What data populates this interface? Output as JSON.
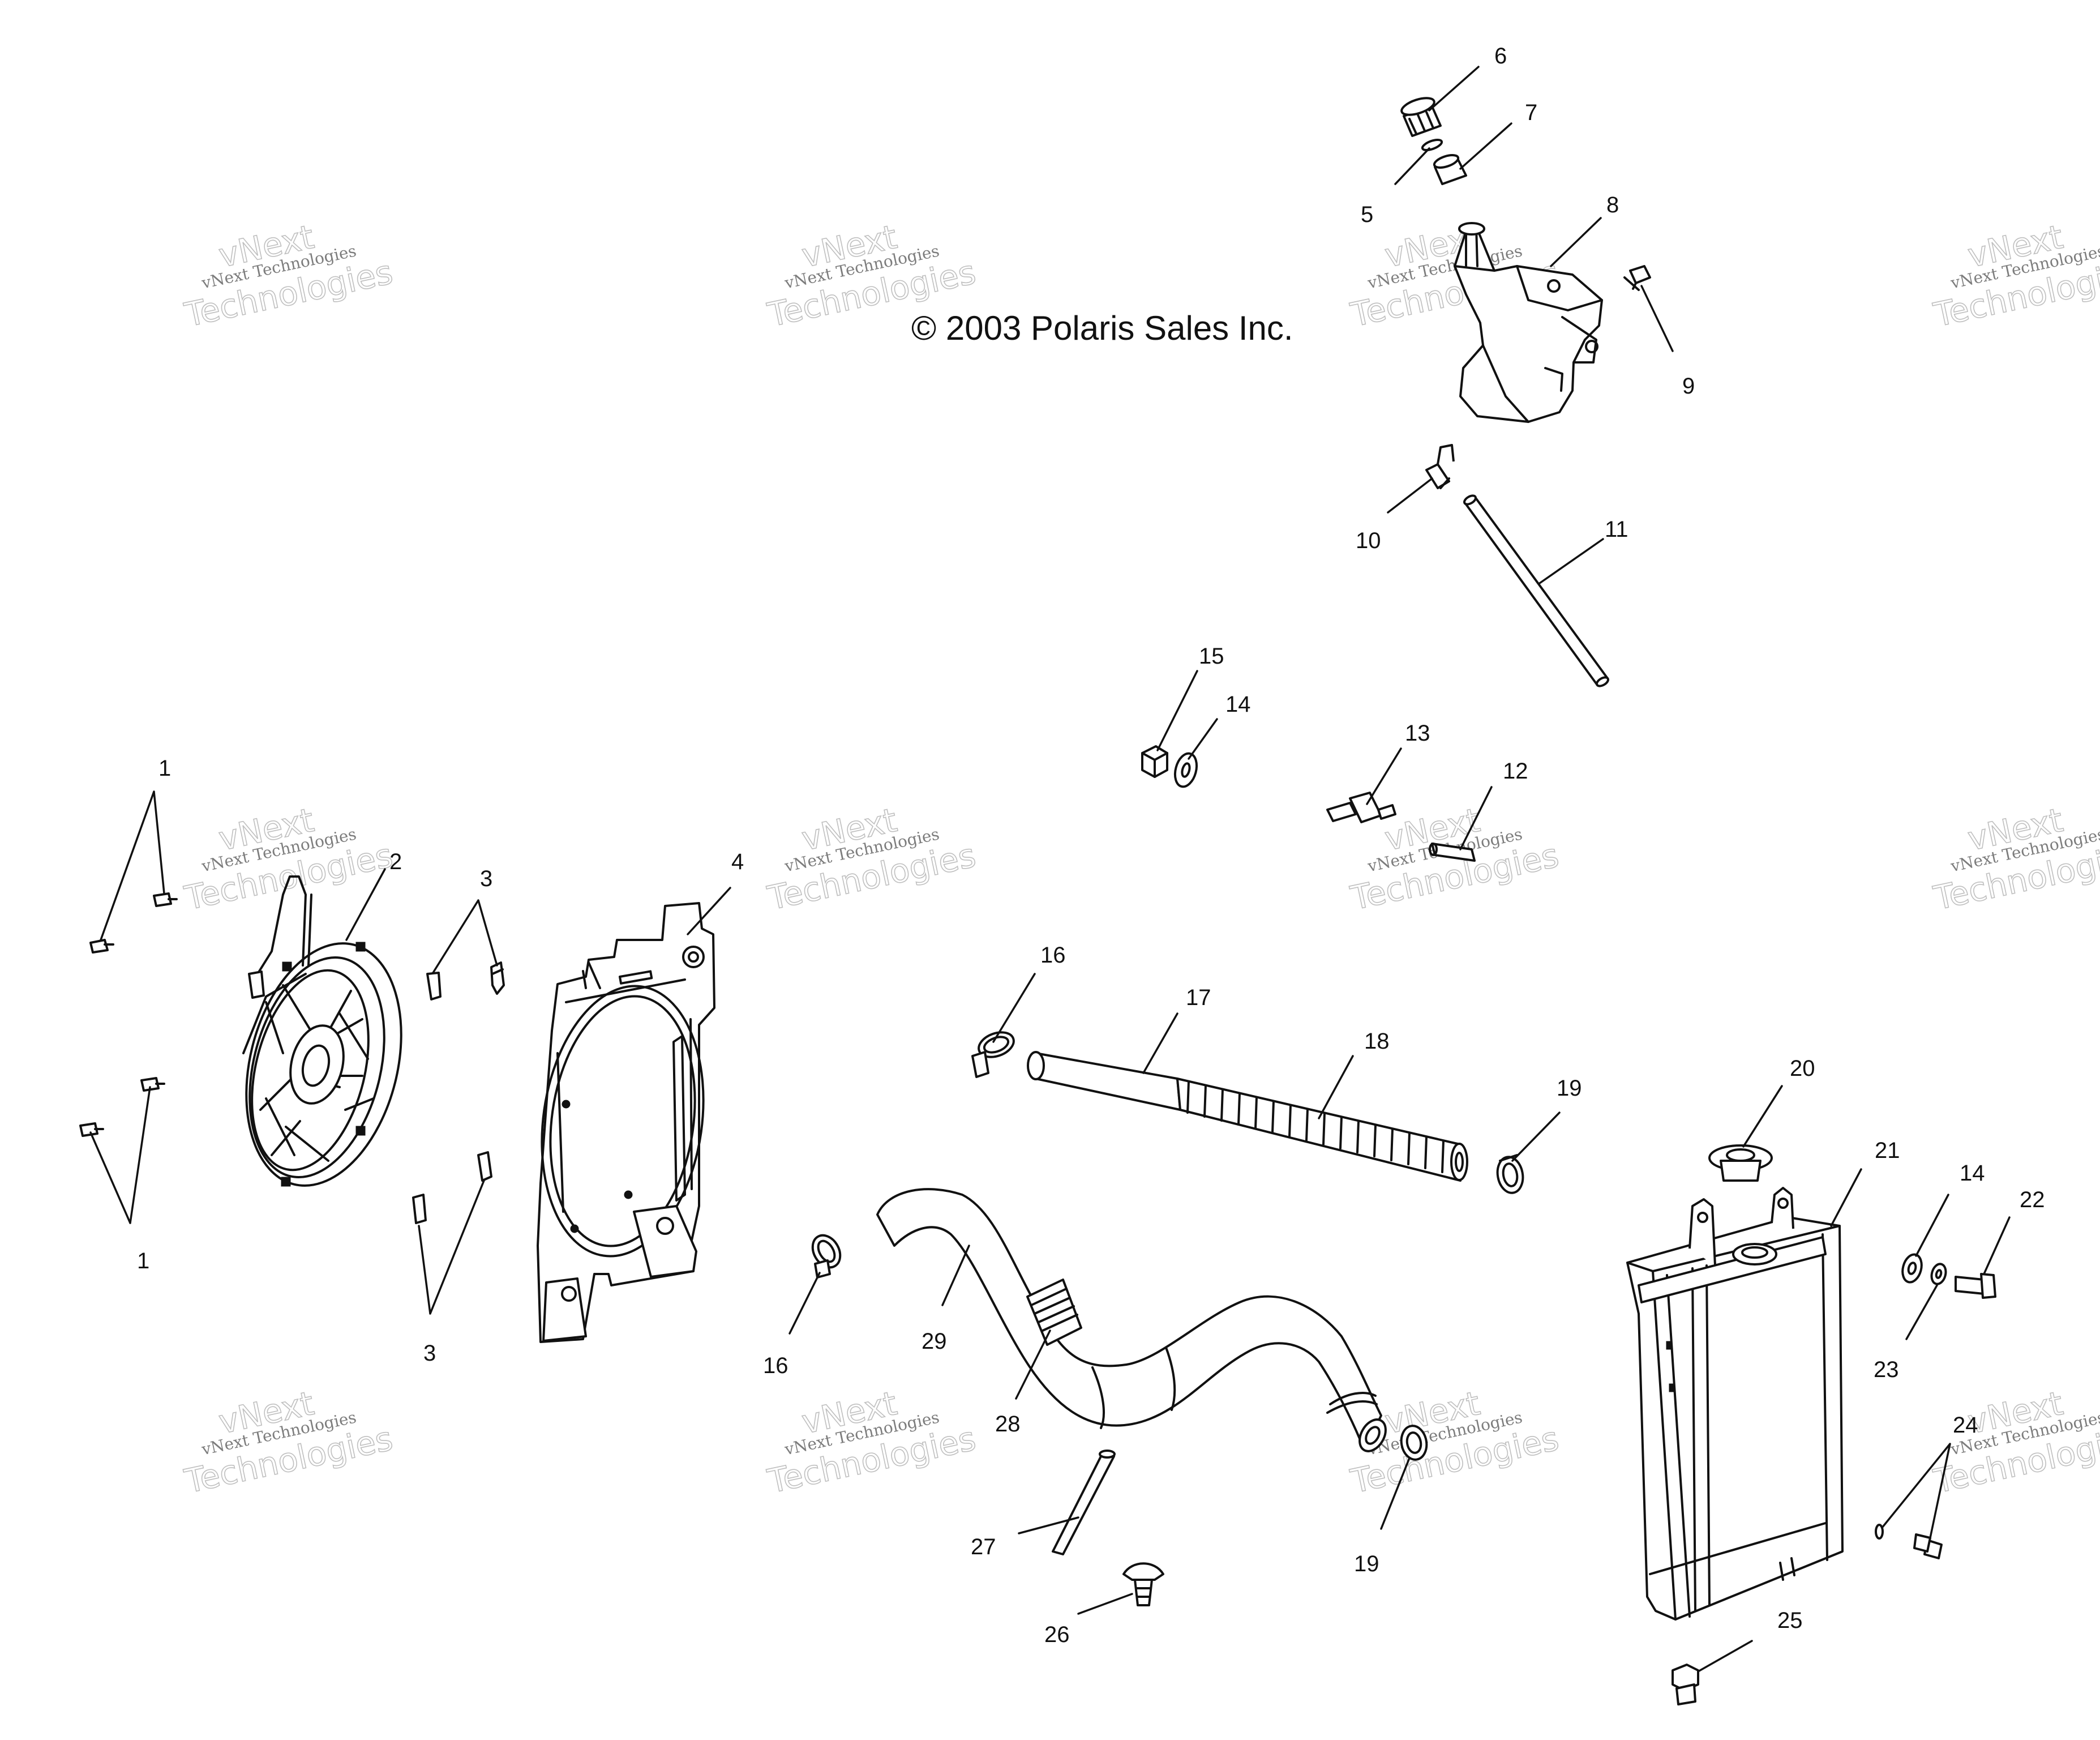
{
  "copyright": "© 2003 Polaris Sales Inc.",
  "watermark": {
    "line1": "vNext Technologies",
    "line2": "vNext",
    "line3": "Technologies"
  },
  "callouts": {
    "c1": "1",
    "c2": "2",
    "c3": "3",
    "c4": "4",
    "c5": "5",
    "c6": "6",
    "c7": "7",
    "c8": "8",
    "c9": "9",
    "c10": "10",
    "c11": "11",
    "c12": "12",
    "c13": "13",
    "c14": "14",
    "c15": "15",
    "c16": "16",
    "c17": "17",
    "c18": "18",
    "c19": "19",
    "c20": "20",
    "c21": "21",
    "c22": "22",
    "c23": "23",
    "c24": "24",
    "c25": "25",
    "c26": "26",
    "c27": "27",
    "c28": "28",
    "c29": "29"
  }
}
